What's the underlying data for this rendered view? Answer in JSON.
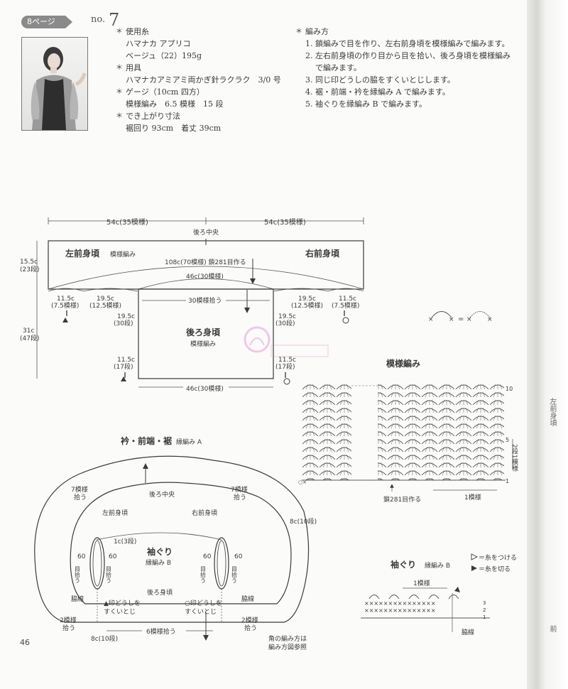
{
  "header": {
    "page_ref": "8ページ",
    "no_label": "no.",
    "number": "7"
  },
  "materials": {
    "yarn_head": "使用糸",
    "yarn_line1": "ハマナカ アプリコ",
    "yarn_line2": "ベージュ（22）195g",
    "tool_head": "用具",
    "tool_line": "ハマナカアミアミ両かぎ針ラクラク　3/0 号",
    "gauge_head": "ゲージ（10cm 四方）",
    "gauge_line": "模様編み　6.5 模様　15 段",
    "size_head": "でき上がり寸法",
    "size_line": "裾回り 93cm　着丈 39cm"
  },
  "instructions": {
    "head": "編み方",
    "step1": "1. 鎖編みで目を作り、左右前身頃を模様編みで編みます。",
    "step2a": "2. 左右前身頃の作り目から目を拾い、後ろ身頃を模様編み",
    "step2b": "で編みます。",
    "step3": "3. 同じ印どうしの脇をすくいとじします。",
    "step4": "4. 裾・前端・衿を縁編み A で編みます。",
    "step5": "5. 袖ぐりを縁編み B で編みます。"
  },
  "schematic": {
    "top_left_width": "54c(35模様)",
    "top_right_width": "54c(35模様)",
    "back_center": "後ろ中央",
    "left_front": "左前身頃",
    "right_front": "右前身頃",
    "pattern": "模様編み",
    "chain_start": "108c(70模様) 鎖281目作る",
    "height_top_a": "15.5c",
    "height_top_b": "(23段)",
    "back_width_top": "46c(30模様)",
    "pick_30": "30模様拾う",
    "left_115_a": "11.5c",
    "left_115_b": "(7.5模様)",
    "left_195_a": "19.5c",
    "left_195_b": "(12.5模様)",
    "right_195_a": "19.5c",
    "right_195_b": "(12.5模様)",
    "right_115_a": "11.5c",
    "right_115_b": "(7.5模様)",
    "height_total_a": "31c",
    "height_total_b": "(47段)",
    "side_195_a": "19.5c",
    "side_195_b": "(30段)",
    "side_115_a": "11.5c",
    "side_115_b": "(17段)",
    "back_body": "後ろ身頃",
    "back_width_bottom": "46c(30模様)"
  },
  "stitch_motif": {
    "x1": "×",
    "eq": "=",
    "x2": "×",
    "x3": "×"
  },
  "chart": {
    "title": "模様編み",
    "row_10": "10",
    "row_5": "5",
    "row_1": "1",
    "repeat_rows": "2段1模様",
    "chain_note": "鎖281目作る",
    "one_repeat": "1模様"
  },
  "edging": {
    "title": "衿・前端・裾",
    "edging_a": "縁編み A",
    "pick7_left_a": "7模様",
    "pick7_left_b": "拾う",
    "back_center": "後ろ中央",
    "pick7_right_a": "7模様",
    "pick7_right_b": "拾う",
    "left_front": "左前身頃",
    "right_front": "右前身頃",
    "rows_8c_right": "8c(10段)",
    "armhole_rows": "1c(3段)",
    "armhole": "袖ぐり",
    "edging_b": "縁編み B",
    "pick60_a": "60",
    "pick60_b": "目拾う",
    "back_body": "後ろ身頃",
    "side_seam": "脇線",
    "mark_tri_a": "▲印どうしを",
    "mark_tri_b": "すくいとじ",
    "mark_circle_a": "○印どうしを",
    "mark_circle_b": "すくいとじ",
    "pick2_a": "2模様",
    "pick2_b": "拾う",
    "pick6": "6模様拾う",
    "rows_8c_left": "8c(10段)",
    "corner_a": "角の編み方は",
    "corner_b": "編み方図参照"
  },
  "armhole_chart": {
    "title": "袖ぐり",
    "edging_b": "縁編み B",
    "legend_attach": "＝糸をつける",
    "legend_cut": "＝糸を切る",
    "one_repeat": "1模様",
    "side_seam": "脇線",
    "r3": "3",
    "r2": "2",
    "r1": "1"
  },
  "page_number": "46",
  "spine": {
    "t1": "左前身頃",
    "t2": "前"
  }
}
